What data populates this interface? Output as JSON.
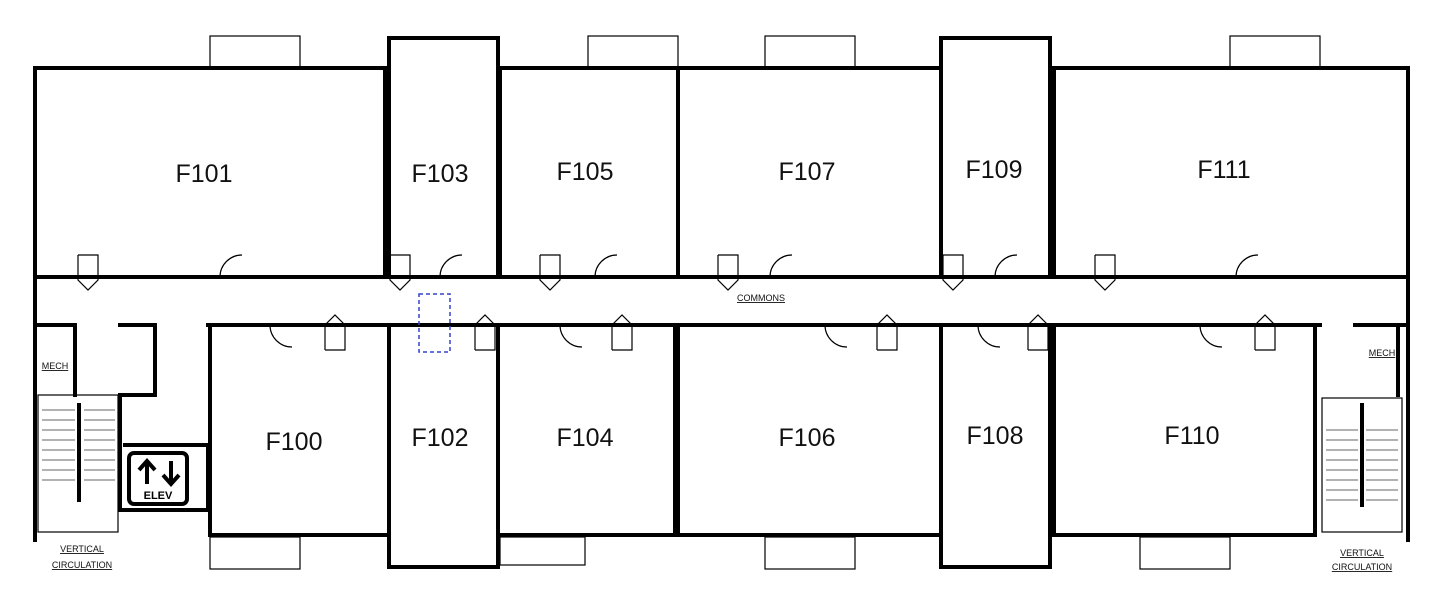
{
  "plan": {
    "corridor_label": "COMMONS",
    "rooms_north": [
      {
        "id": "F101",
        "label": "F101"
      },
      {
        "id": "F103",
        "label": "F103"
      },
      {
        "id": "F105",
        "label": "F105"
      },
      {
        "id": "F107",
        "label": "F107"
      },
      {
        "id": "F109",
        "label": "F109"
      },
      {
        "id": "F111",
        "label": "F111"
      }
    ],
    "rooms_south": [
      {
        "id": "F100",
        "label": "F100"
      },
      {
        "id": "F102",
        "label": "F102"
      },
      {
        "id": "F104",
        "label": "F104"
      },
      {
        "id": "F106",
        "label": "F106"
      },
      {
        "id": "F108",
        "label": "F108"
      },
      {
        "id": "F110",
        "label": "F110"
      }
    ],
    "mech_left": "MECH",
    "mech_right": "MECH",
    "elevator": {
      "label": "ELEV",
      "icon": "up-down-arrows-icon"
    },
    "circulation_left": [
      "VERTICAL",
      "CIRCULATION"
    ],
    "circulation_right": [
      "VERTICAL",
      "CIRCULATION"
    ],
    "colors": {
      "walls": "#000000",
      "highlight_door": "#3344cc"
    }
  }
}
